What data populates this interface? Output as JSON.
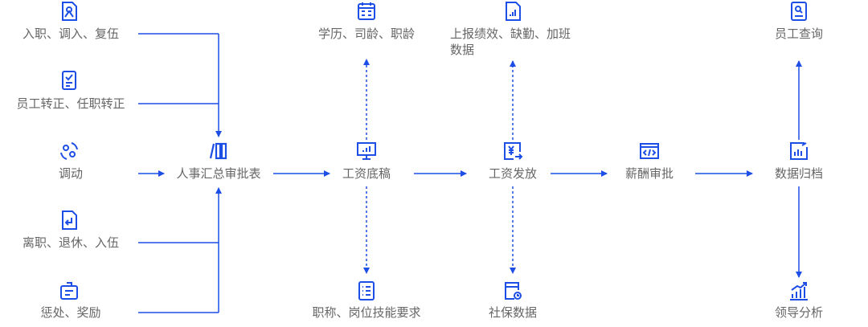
{
  "colors": {
    "accent": "#1d4ee6",
    "text": "#666666"
  },
  "inputs": [
    {
      "label": "入职、调入、复伍",
      "icon": "person-document-icon"
    },
    {
      "label": "员工转正、任职转正",
      "icon": "checklist-icon"
    },
    {
      "label": "调动",
      "icon": "transfer-cycle-icon"
    },
    {
      "label": "离职、退休、入伍",
      "icon": "exit-document-icon"
    },
    {
      "label": "惩处、奖励",
      "icon": "badge-icon"
    }
  ],
  "flow": [
    {
      "label": "人事汇总审批表",
      "icon": "binders-icon"
    },
    {
      "label": "工资底稿",
      "icon": "monitor-chart-icon"
    },
    {
      "label": "工资发放",
      "icon": "yen-transfer-icon"
    },
    {
      "label": "薪酬审批",
      "icon": "code-window-icon"
    },
    {
      "label": "数据归档",
      "icon": "bar-chart-icon"
    }
  ],
  "side_nodes": {
    "salary_draft_top": {
      "label": "学历、司龄、职龄",
      "icon": "calendar-icon"
    },
    "salary_draft_bottom": {
      "label": "职称、岗位技能要求",
      "icon": "list-document-icon"
    },
    "payout_top": {
      "label": "上报绩效、缺勤、加班数据",
      "icon": "report-document-icon"
    },
    "payout_bottom": {
      "label": "社保数据",
      "icon": "social-security-icon"
    },
    "archive_top": {
      "label": "员工查询",
      "icon": "search-document-icon"
    },
    "archive_bottom": {
      "label": "领导分析",
      "icon": "growth-chart-icon"
    }
  }
}
